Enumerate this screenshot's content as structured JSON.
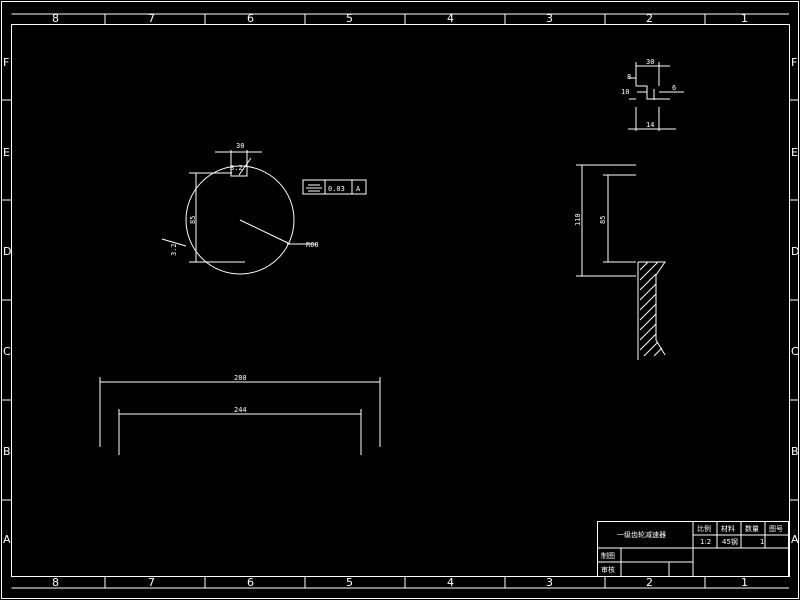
{
  "border": {
    "columns_top": [
      "8",
      "7",
      "6",
      "5",
      "4",
      "3",
      "2",
      "1"
    ],
    "columns_bottom": [
      "8",
      "7",
      "6",
      "5",
      "4",
      "3",
      "2",
      "1"
    ],
    "rows_left": [
      "F",
      "E",
      "D",
      "C",
      "B",
      "A"
    ],
    "rows_right": [
      "F",
      "E",
      "D",
      "C",
      "B",
      "A"
    ]
  },
  "circle_view": {
    "dim_top": "30",
    "dim_roughness": "3.2",
    "dim_left_vertical": "85",
    "dim_left_small": "3.2",
    "dim_radius": "R60",
    "tolerance": {
      "symbol": "symmetry",
      "value": "0.03",
      "datum": "A"
    }
  },
  "length_view": {
    "dim_overall": "280",
    "dim_inner": "244"
  },
  "detail_top_right": {
    "dim_top": "30",
    "dim_left": "8",
    "dim_right": "6",
    "dim_mid": "10",
    "dim_bottom": "14"
  },
  "section_view": {
    "dim_outer": "110",
    "dim_inner": "85"
  },
  "title_block": {
    "part_name": "一级齿轮减速器",
    "headers": [
      "比例",
      "材料",
      "数量",
      "图号"
    ],
    "values": [
      "1:2",
      "45钢",
      "1",
      ""
    ],
    "designer_label": "制图",
    "checker_label": "审核"
  },
  "colors": {
    "background": "#000000",
    "line": "#ffffff"
  }
}
